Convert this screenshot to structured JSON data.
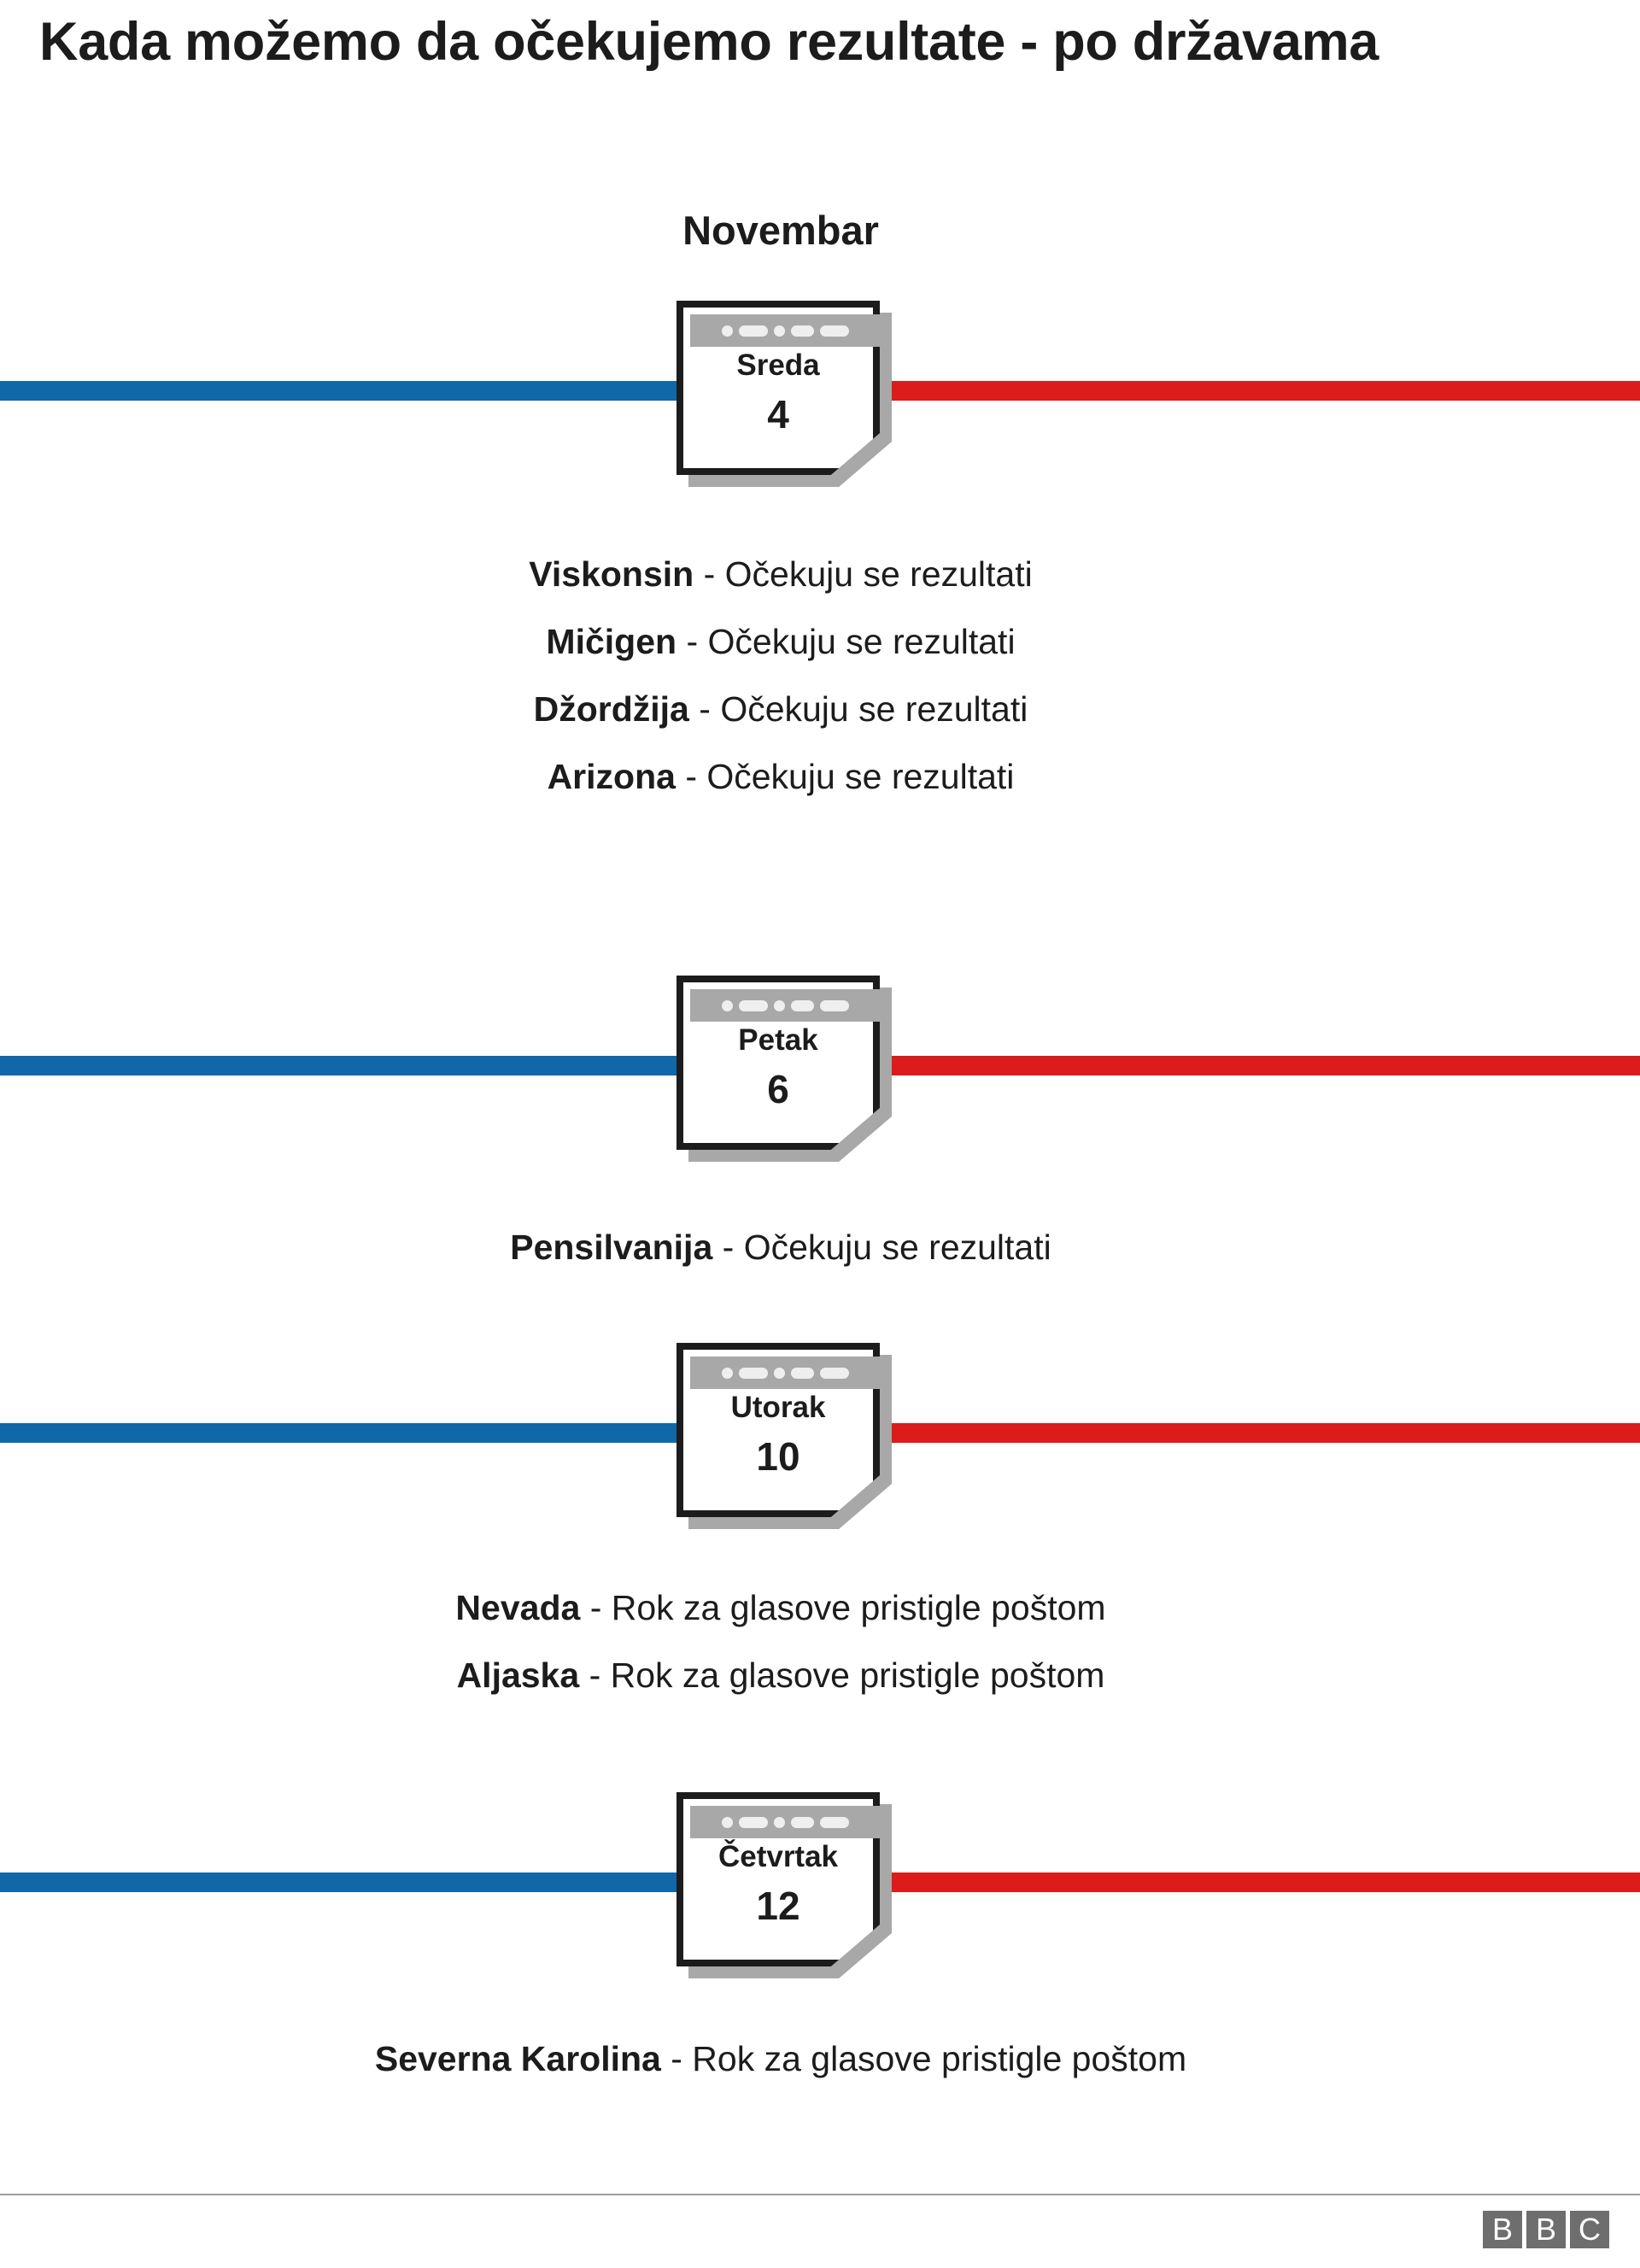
{
  "title": "Kada možemo da očekujemo rezultate - po državama",
  "month_label": "Novembar",
  "colors": {
    "blue": "#1168a8",
    "red": "#dc1b1b",
    "text": "#1c1c1c",
    "calendar_bar": "#a8a8a8",
    "bbc_gray": "#6e6e6e"
  },
  "groups": [
    {
      "calendar": {
        "day": "Sreda",
        "date": "4"
      },
      "entries": [
        {
          "state": "Viskonsin",
          "separator": " - ",
          "desc": "Očekuju se rezultati"
        },
        {
          "state": "Mičigen",
          "separator": " - ",
          "desc": "Očekuju se rezultati"
        },
        {
          "state": "Džordžija",
          "separator": " - ",
          "desc": "Očekuju se rezultati"
        },
        {
          "state": "Arizona",
          "separator": " - ",
          "desc": "Očekuju se rezultati"
        }
      ]
    },
    {
      "calendar": {
        "day": "Petak",
        "date": "6"
      },
      "entries": [
        {
          "state": "Pensilvanija",
          "separator": " - ",
          "desc": "Očekuju se rezultati"
        }
      ]
    },
    {
      "calendar": {
        "day": "Utorak",
        "date": "10"
      },
      "entries": [
        {
          "state": "Nevada",
          "separator": " - ",
          "desc": "Rok za glasove pristigle poštom"
        },
        {
          "state": "Aljaska",
          "separator": " - ",
          "desc": "Rok za glasove pristigle poštom"
        }
      ]
    },
    {
      "calendar": {
        "day": "Četvrtak",
        "date": "12"
      },
      "entries": [
        {
          "state": "Severna Karolina",
          "separator": " - ",
          "desc": "Rok za glasove pristigle poštom"
        }
      ]
    }
  ],
  "footer": {
    "logo_letters": [
      "B",
      "B",
      "C"
    ]
  }
}
